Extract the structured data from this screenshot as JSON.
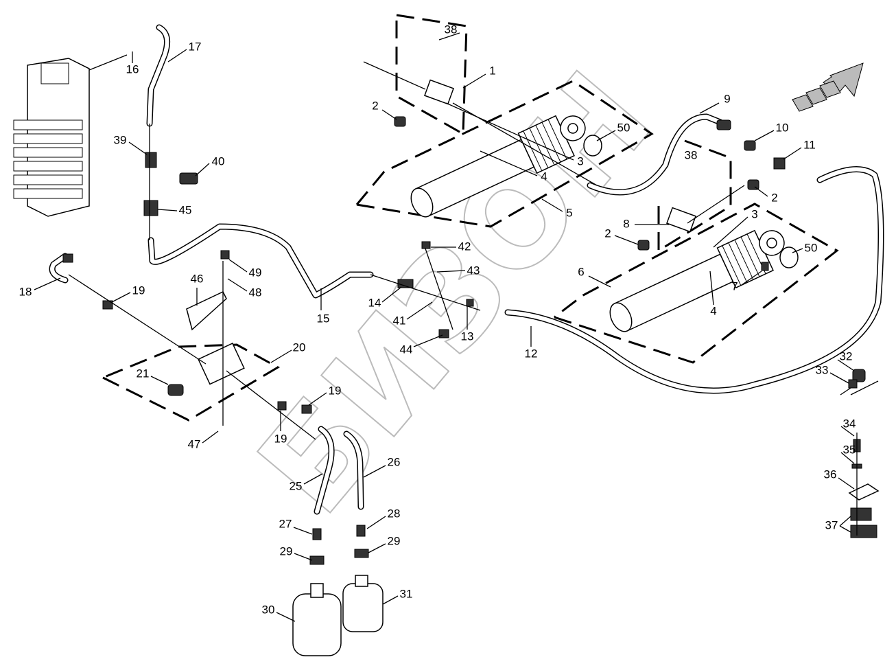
{
  "diagram": {
    "watermark": "БИЗОН",
    "callouts": [
      "38",
      "1",
      "2",
      "3",
      "50",
      "4",
      "5",
      "9",
      "10",
      "11",
      "2",
      "38",
      "8",
      "2",
      "3",
      "50",
      "6",
      "7",
      "4",
      "17",
      "16",
      "39",
      "40",
      "45",
      "18",
      "19",
      "46",
      "49",
      "48",
      "15",
      "14",
      "42",
      "43",
      "41",
      "13",
      "44",
      "12",
      "20",
      "21",
      "19",
      "19",
      "47",
      "26",
      "25",
      "27",
      "28",
      "29",
      "29",
      "30",
      "31",
      "32",
      "33",
      "34",
      "35",
      "36",
      "37"
    ],
    "direction_arrow": "forward-arrow"
  }
}
